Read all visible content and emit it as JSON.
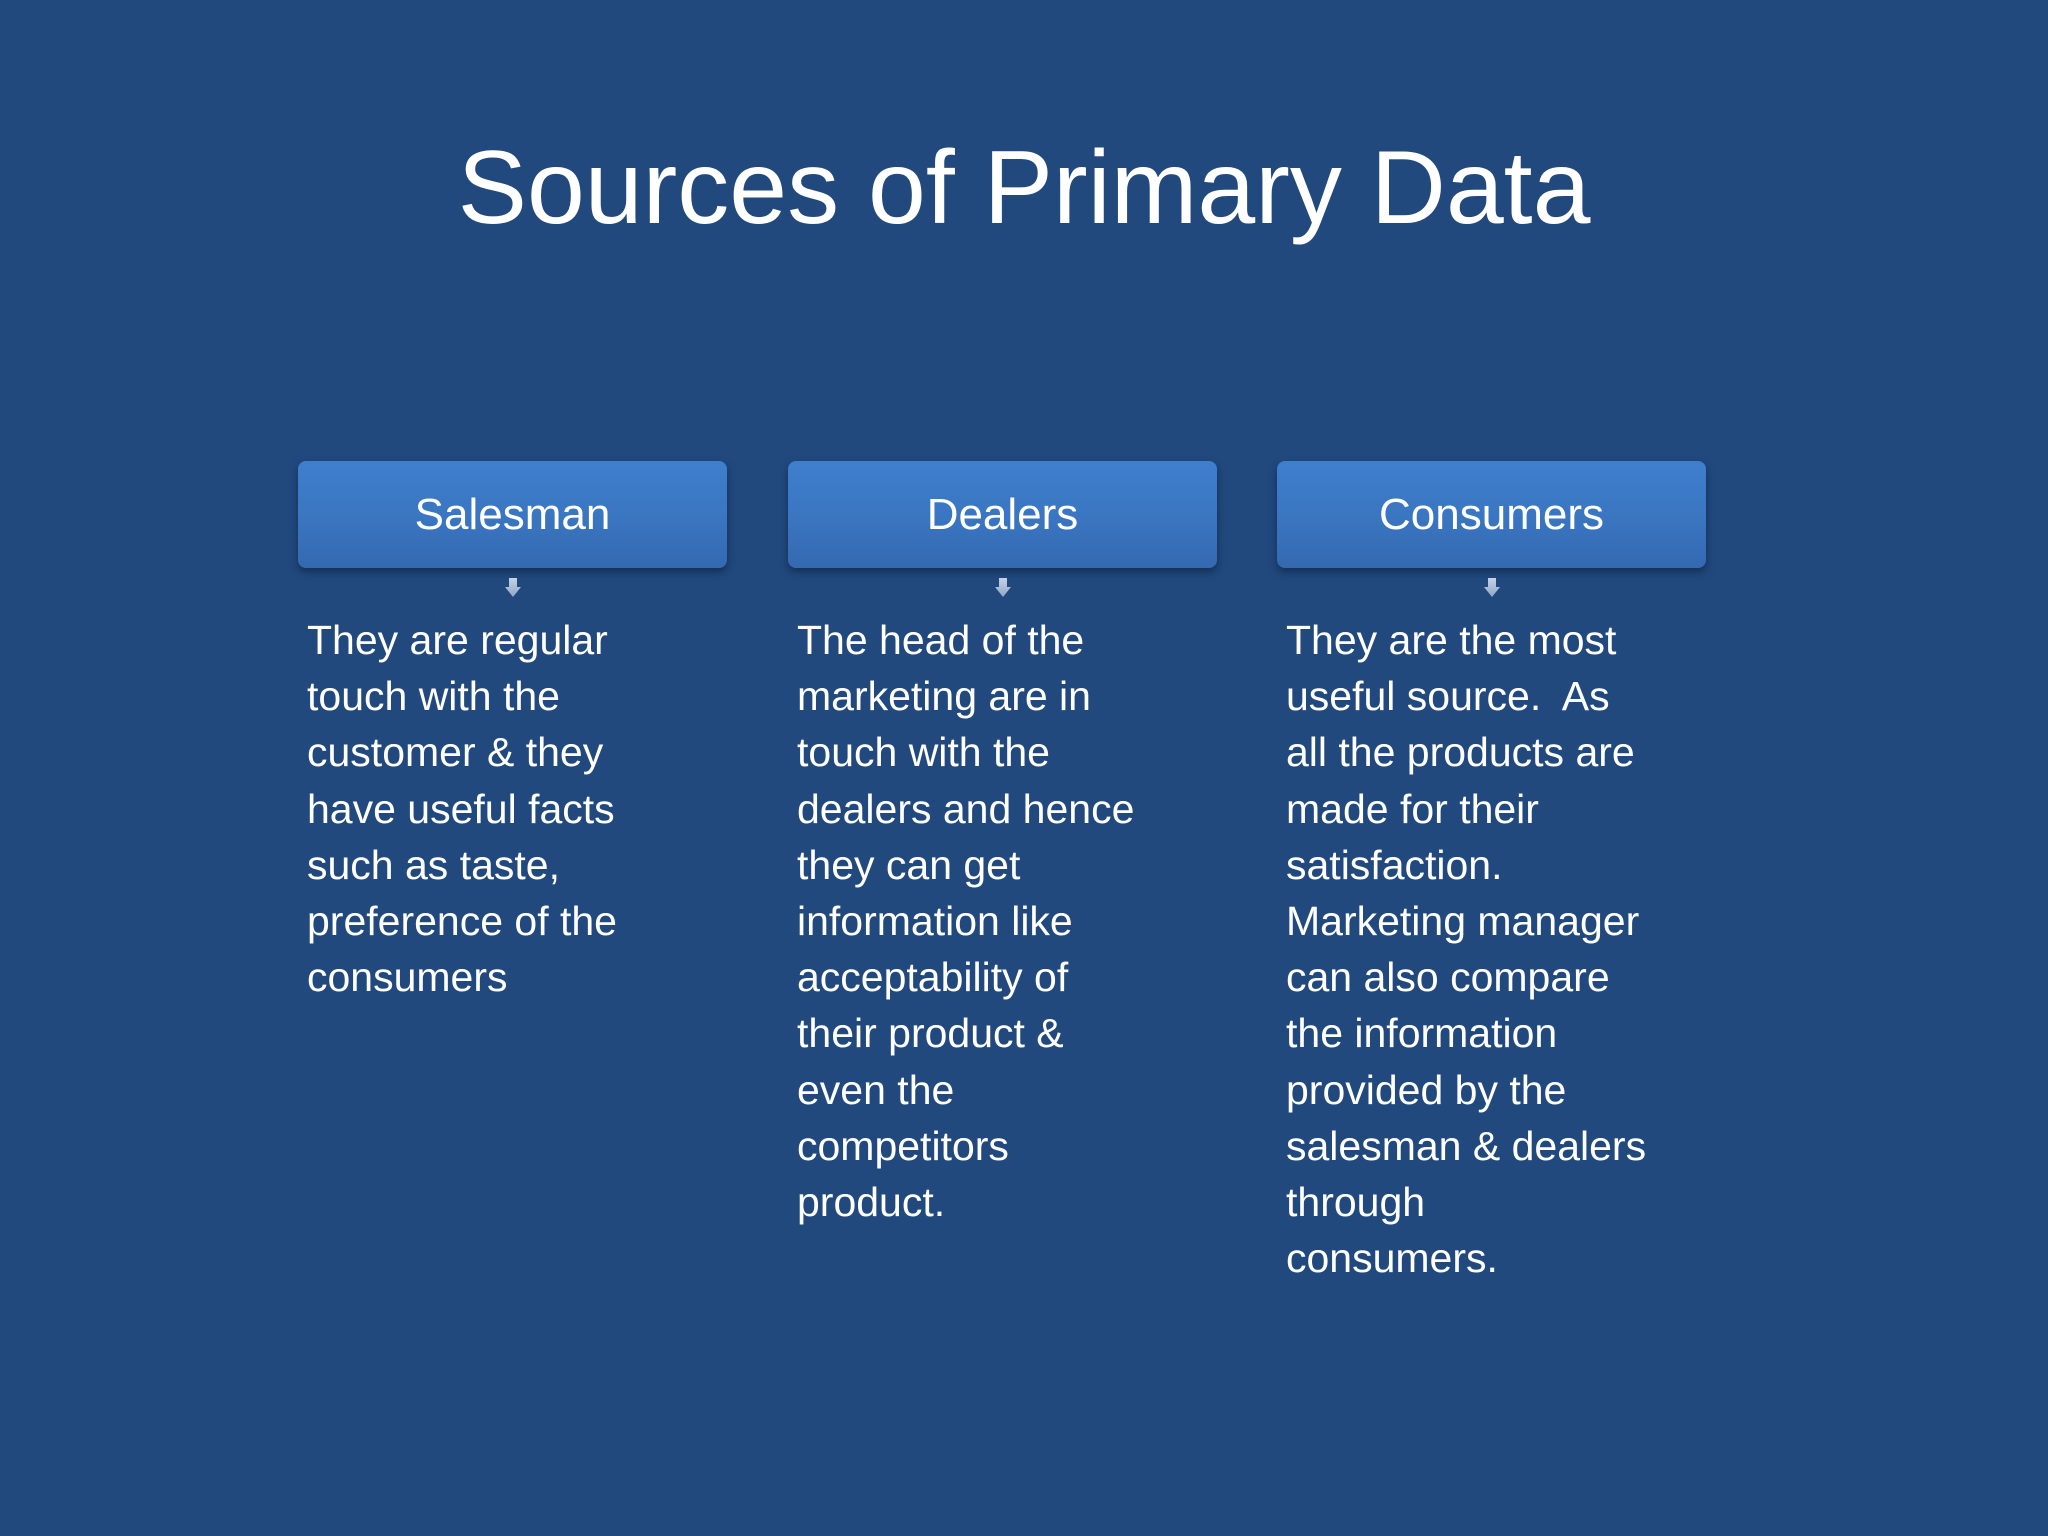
{
  "slide": {
    "title": "Sources of Primary Data",
    "background_color": "#21497d",
    "box_color": "#3a75c0"
  },
  "columns": [
    {
      "heading": "Salesman",
      "lines": [
        "They are regular",
        "touch with the",
        "customer & they",
        "have useful facts",
        "such as taste,",
        "preference of the",
        "consumers"
      ]
    },
    {
      "heading": "Dealers",
      "lines": [
        "The head of the",
        "marketing are in",
        "touch with the",
        "dealers and hence",
        "they can get",
        "information like",
        "acceptability of",
        "their product &",
        "even the",
        "competitors",
        "product."
      ]
    },
    {
      "heading": "Consumers",
      "lines": [
        "They are the most",
        "useful source.  As",
        "all the products are",
        "made for their",
        "satisfaction.",
        "Marketing manager",
        "can also compare",
        "the information",
        "provided by the",
        "salesman & dealers",
        "through",
        "consumers."
      ]
    }
  ]
}
